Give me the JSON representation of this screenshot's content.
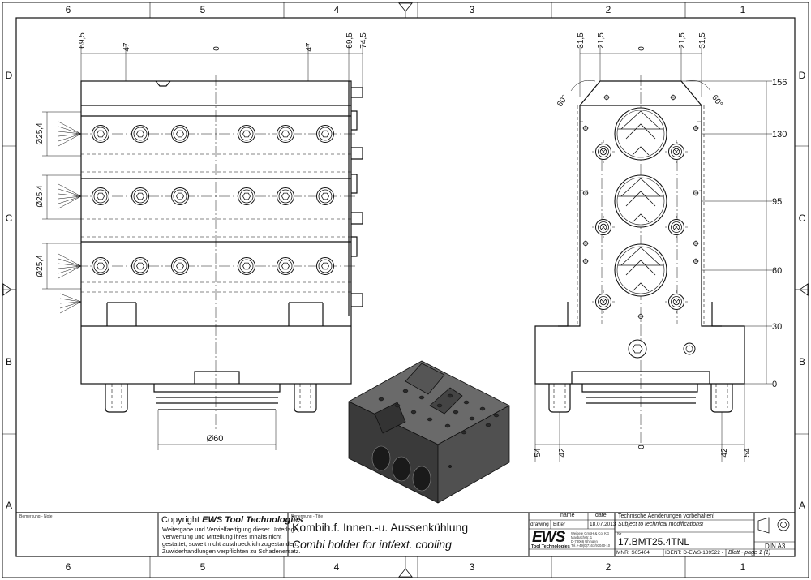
{
  "frame": {
    "top_zones": [
      "6",
      "5",
      "4",
      "3",
      "2",
      "1"
    ],
    "bottom_zones": [
      "6",
      "5",
      "4",
      "3",
      "2",
      "1"
    ],
    "side_zones": [
      "D",
      "C",
      "B",
      "A"
    ]
  },
  "front_view": {
    "dims_top": [
      "69,5",
      "47",
      "0",
      "47",
      "69,5",
      "74,5"
    ],
    "dims_left": [
      "Ø25,4",
      "Ø25,4",
      "Ø25,4"
    ],
    "dim_bottom": "Ø60"
  },
  "side_view": {
    "dims_top": [
      "31,5",
      "21,5",
      "0",
      "21,5",
      "31,5"
    ],
    "angles": [
      "60°",
      "60°"
    ],
    "dims_right": [
      "156",
      "130",
      "95",
      "60",
      "30",
      "0"
    ],
    "dims_bottom": [
      "54",
      "42",
      "0",
      "42",
      "54"
    ]
  },
  "title_block": {
    "note_label": "Bemerkung - Note",
    "copyright_prefix": "Copyright ",
    "copyright_brand": "EWS Tool Technologies",
    "copyright_lines": [
      "Weitergabe und Vervielfaeltigung dieser Unterlage,",
      "Verwertung und Mitteilung ihres Inhalts nicht",
      "gestattet, soweit nicht ausdruecklich zugestanden.",
      "Zuwiderhandlungen verpflichten zu Schadenersatz."
    ],
    "title_label": "Benennung - Title",
    "title_de": "Kombih.f. Innen.-u. Aussenkühlung",
    "title_en": "Combi holder for int/ext. cooling",
    "col_name": "name",
    "col_date": "date",
    "drawing_label": "drawing",
    "drawing_name": "Bitter",
    "drawing_date": "18.07.2013",
    "logo_text": "EWS",
    "logo_sub": "Tool Technologies",
    "company_lines": [
      "Weigele GmbH & Co. KG",
      "Maybachstr. 1",
      "D-73066 Uhingen",
      "Tel. +49(0)7161/93040-10"
    ],
    "notice_de": "Technische Aenderungen vorbehalten!",
    "notice_en": "Subject to technical modifications!",
    "nr_label": "Nr.",
    "part_number": "17.BMT25.4TNL",
    "mnr": "MNR: S05404",
    "ident": "IDENT: D-EWS-139522 -",
    "sheet": "Blatt - page  1 (1)",
    "format": "DIN A3"
  }
}
